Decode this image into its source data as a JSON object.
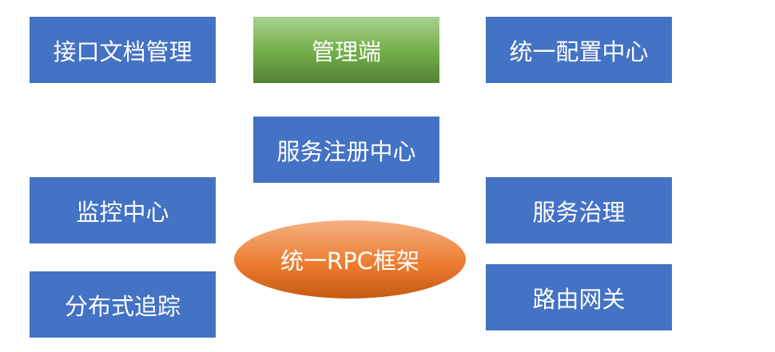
{
  "diagram": {
    "nodes": {
      "api_doc": "接口文档管理",
      "admin": "管理端",
      "config_center": "统一配置中心",
      "registry": "服务注册中心",
      "monitor": "监控中心",
      "governance": "服务治理",
      "rpc": "统一RPC框架",
      "tracing": "分布式追踪",
      "gateway": "路由网关"
    },
    "colors": {
      "box": "#4472C4",
      "admin": "#70AD47",
      "rpc": "#ED7D31",
      "text": "#FFFFFF"
    }
  }
}
